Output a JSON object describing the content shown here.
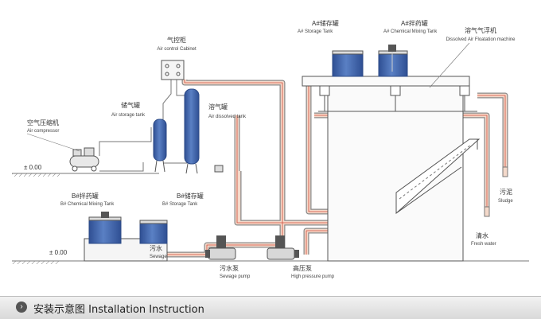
{
  "labels": {
    "air_control_cabinet": {
      "cn": "气控柜",
      "en": "Air control Cabinet"
    },
    "air_storage_tank": {
      "cn": "储气罐",
      "en": "Air storage tank"
    },
    "air_dissolved_tank": {
      "cn": "溶气罐",
      "en": "Air dissolved tank"
    },
    "air_compressor": {
      "cn": "空气压缩机",
      "en": "Air compressor"
    },
    "a_storage_tank": {
      "cn": "A#储存罐",
      "en": "A# Storage Tank"
    },
    "a_mixing_tank": {
      "cn": "A#拌药罐",
      "en": "A# Chemical Mixing Tank"
    },
    "daf_machine": {
      "cn": "溶气气浮机",
      "en": "Dissolved Air Floatation machine"
    },
    "b_mixing_tank": {
      "cn": "B#拌药罐",
      "en": "B# Chemical Mixing Tank"
    },
    "b_storage_tank": {
      "cn": "B#储存罐",
      "en": "B# Storage Tank"
    },
    "sewage_pump": {
      "cn": "污水泵",
      "en": "Sewage pump"
    },
    "high_pressure_pump": {
      "cn": "高压泵",
      "en": "High pressure pump"
    },
    "sludge": {
      "cn": "污泥",
      "en": "Sludge"
    },
    "fresh_water": {
      "cn": "清水",
      "en": "Fresh water"
    },
    "sewage": {
      "cn": "污水",
      "en": "Sewage"
    },
    "level_upper": "± 0.00",
    "level_lower": "± 0.00"
  },
  "footer": {
    "title": "安装示意图  Installation Instruction",
    "icon": "chevron-right-icon"
  },
  "colors": {
    "pipe_outer": "#7a7a7a",
    "pipe_inner": "#f2d6c6",
    "pipe_flow": "#d04a3a",
    "tank_fill": "#3f63a8",
    "tank_stroke": "#2c4a86",
    "line": "#666666"
  }
}
